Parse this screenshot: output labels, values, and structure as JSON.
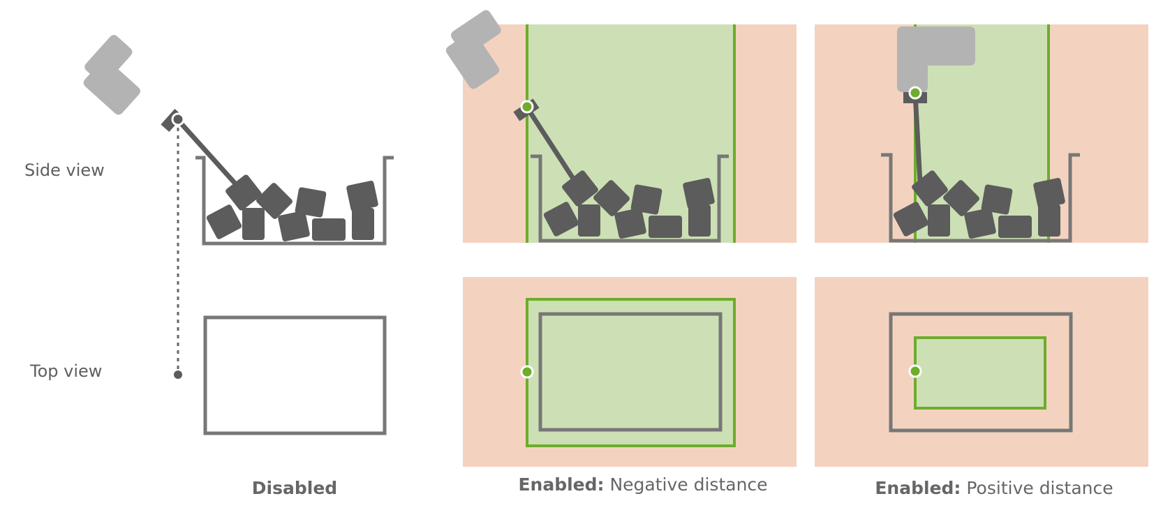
{
  "row_labels": {
    "side": "Side view",
    "top": "Top view"
  },
  "captions": {
    "disabled": {
      "bold": "Disabled",
      "rest": ""
    },
    "negative": {
      "bold": "Enabled:",
      "rest": " Negative distance"
    },
    "positive": {
      "bold": "Enabled:",
      "rest": " Positive distance"
    }
  },
  "colors": {
    "invalid_zone": "#f3d3bf",
    "valid_zone": "#cde0b5",
    "boundary": "#6eac2c",
    "bin": "#777777",
    "parts": "#5c5c5c",
    "gripper": "#b3b3b3",
    "text": "#5f5f5f"
  },
  "icons": [
    "gripper-icon",
    "tcp-point-icon",
    "part-block-icon"
  ]
}
